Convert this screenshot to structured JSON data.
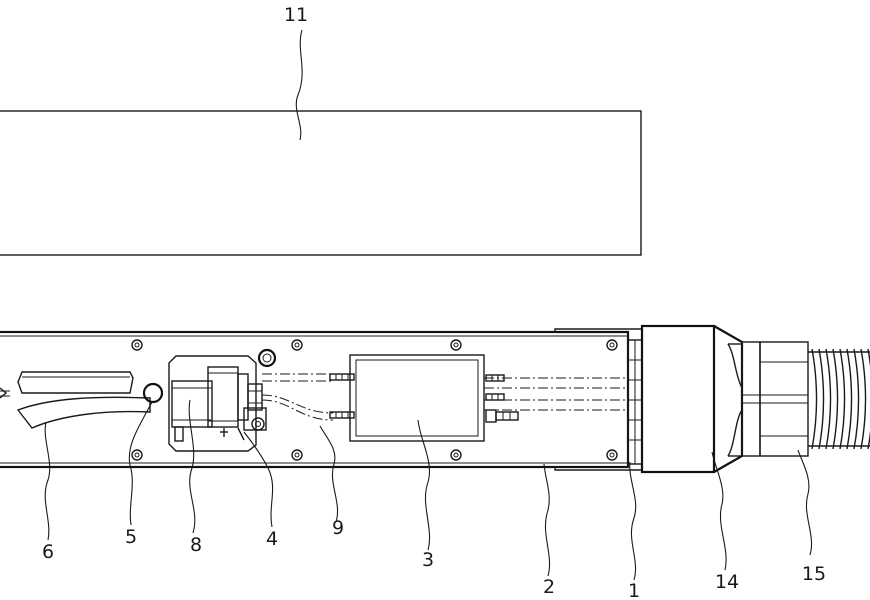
{
  "figure": {
    "labels": [
      {
        "key": "label_11",
        "text": "11"
      },
      {
        "key": "label_6",
        "text": "6"
      },
      {
        "key": "label_5",
        "text": "5"
      },
      {
        "key": "label_8",
        "text": "8"
      },
      {
        "key": "label_4",
        "text": "4"
      },
      {
        "key": "label_9",
        "text": "9"
      },
      {
        "key": "label_3",
        "text": "3"
      },
      {
        "key": "label_2",
        "text": "2"
      },
      {
        "key": "label_1",
        "text": "1"
      },
      {
        "key": "label_14",
        "text": "14"
      },
      {
        "key": "label_15",
        "text": "15"
      }
    ]
  }
}
